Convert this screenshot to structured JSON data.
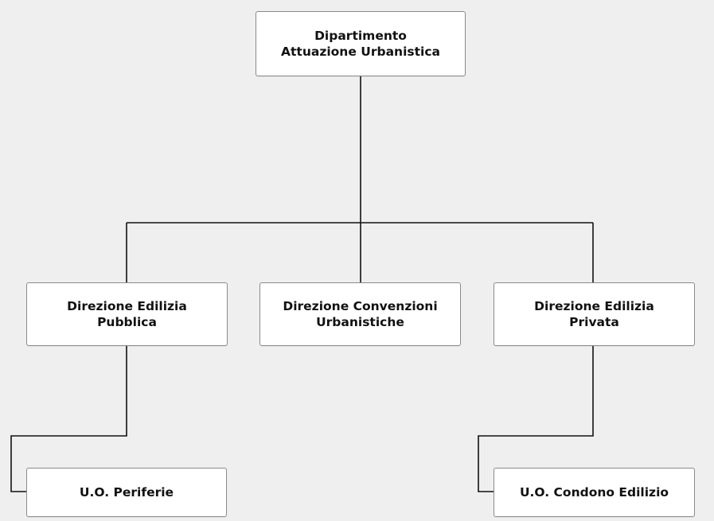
{
  "nodes": {
    "root": {
      "line1": "Dipartimento",
      "line2": "Attuazione Urbanistica"
    },
    "pubblica": {
      "line1": "Direzione Edilizia",
      "line2": "Pubblica"
    },
    "convenzioni": {
      "line1": "Direzione Convenzioni",
      "line2": "Urbanistiche"
    },
    "privata": {
      "line1": "Direzione Edilizia",
      "line2": "Privata"
    },
    "periferie": {
      "line1": "U.O. Periferie"
    },
    "condono": {
      "line1": "U.O. Condono Edilizio"
    }
  },
  "colors": {
    "background": "#efefef",
    "box_fill": "#ffffff",
    "box_border": "#8a8a8a",
    "line": "#111111",
    "text": "#111111"
  }
}
